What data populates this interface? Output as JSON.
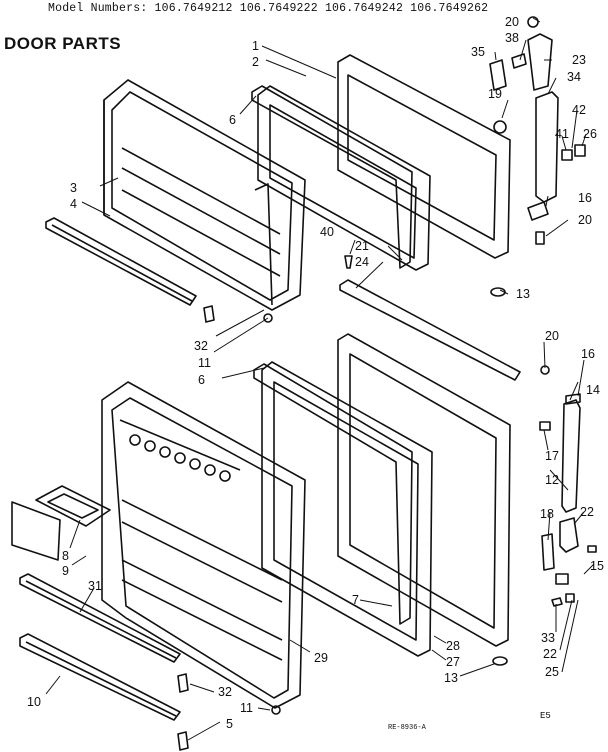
{
  "header": {
    "model_numbers": "Model Numbers: 106.7649212 106.7649222 106.7649242 106.7649262"
  },
  "title": "DOOR PARTS",
  "drawing_code": "RE-8936-A",
  "page_mark": "E5",
  "callouts": {
    "c1": "1",
    "c2": "2",
    "c3": "3",
    "c4": "4",
    "c6a": "6",
    "c32a": "32",
    "c11a": "11",
    "c6b": "6",
    "c19": "19",
    "c40": "40",
    "c21": "21",
    "c24": "24",
    "c13a": "13",
    "c20a": "20",
    "c38": "38",
    "c35": "35",
    "c23": "23",
    "c34": "34",
    "c42": "42",
    "c41": "41",
    "c26": "26",
    "c16a": "16",
    "c20b": "20",
    "c20c": "20",
    "c16b": "16",
    "c14": "14",
    "c17": "17",
    "c12": "12",
    "c18": "18",
    "c22a": "22",
    "c15": "15",
    "c33": "33",
    "c22b": "22",
    "c25": "25",
    "c8": "8",
    "c9": "9",
    "c31": "31",
    "c7": "7",
    "c29": "29",
    "c28": "28",
    "c27": "27",
    "c13b": "13",
    "c10": "10",
    "c32b": "32",
    "c11b": "11",
    "c5": "5"
  }
}
